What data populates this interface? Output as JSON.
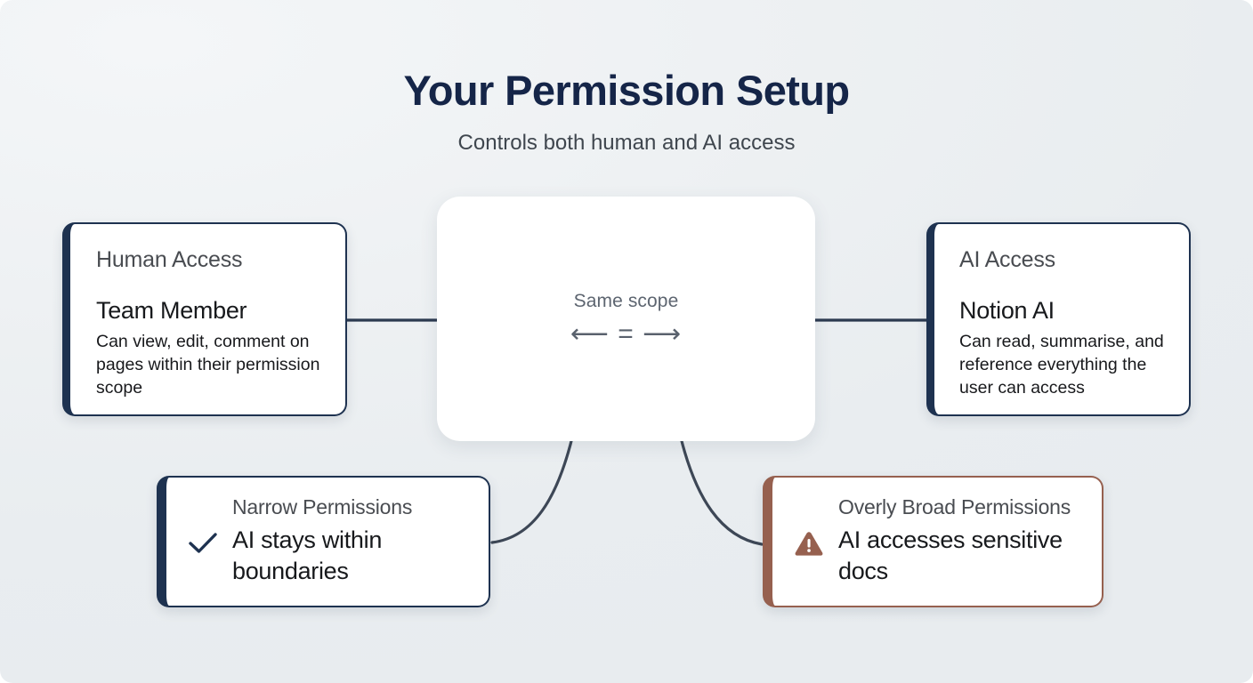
{
  "header": {
    "title": "Your Permission Setup",
    "subtitle": "Controls both human and AI access"
  },
  "center": {
    "label": "Same scope",
    "symbol": "⟵ = ⟶",
    "symbol_icon": "bidirectional-equals-icon"
  },
  "cards": {
    "human": {
      "eyebrow": "Human Access",
      "heading": "Team Member",
      "description": "Can view, edit, comment on pages within their permission scope"
    },
    "ai": {
      "eyebrow": "AI Access",
      "heading": "Notion AI",
      "description": "Can read, summarise, and reference everything the user can access"
    }
  },
  "outcomes": {
    "narrow": {
      "eyebrow": "Narrow Permissions",
      "text": "AI stays within boundaries",
      "icon": "check-icon"
    },
    "broad": {
      "eyebrow": "Overly Broad Permissions",
      "text": "AI accesses sensitive docs",
      "icon": "warning-triangle-icon"
    }
  },
  "colors": {
    "background": "#e9edf0",
    "navy": "#1e3250",
    "title_navy": "#152548",
    "danger_brown": "#96604f",
    "connector": "#3d4756",
    "muted_text": "#494c51"
  }
}
